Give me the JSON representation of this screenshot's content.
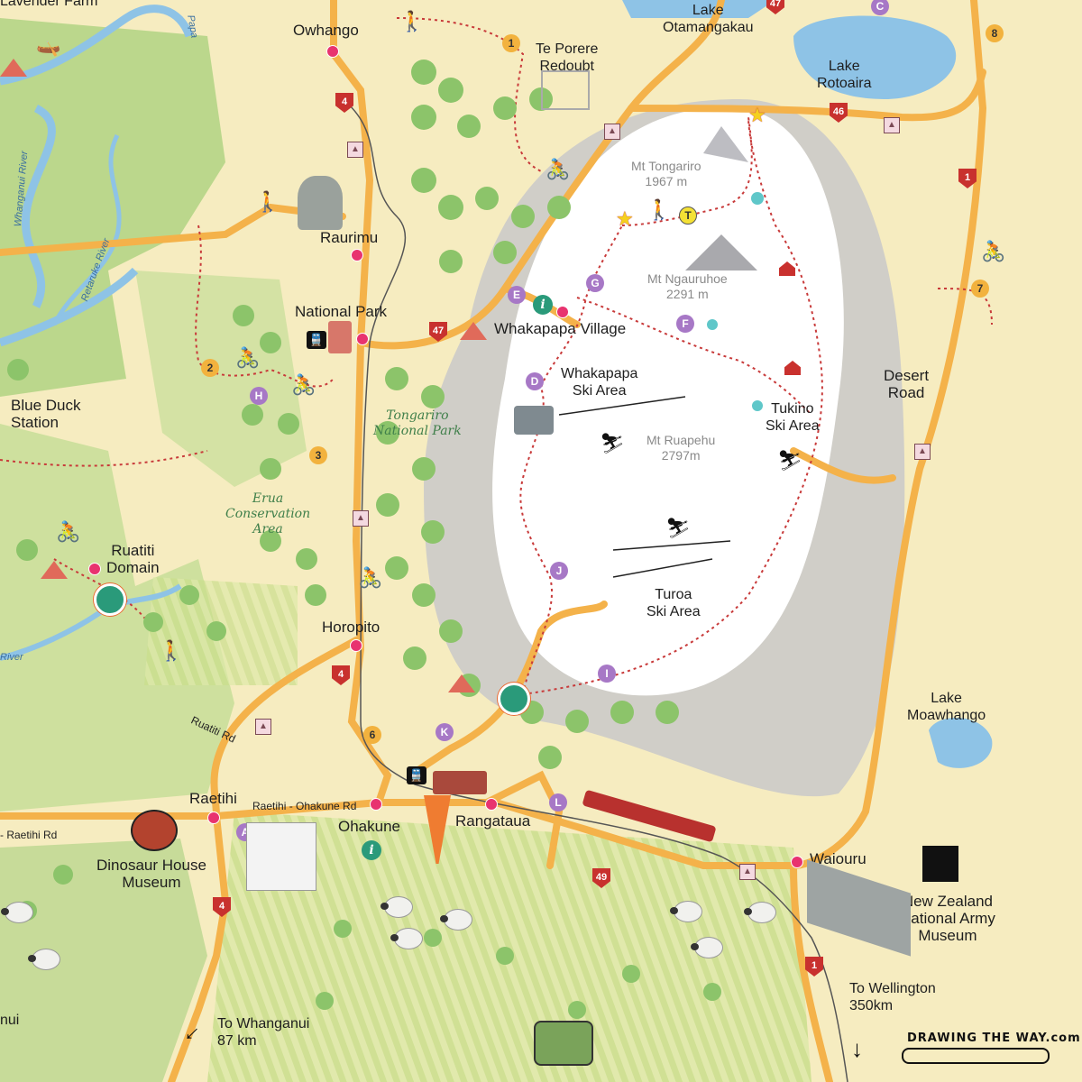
{
  "map": {
    "places": {
      "owhango": "Owhango",
      "raurimu": "Raurimu",
      "national_park": "National Park",
      "whakapapa_village": "Whakapapa Village",
      "horopito": "Horopito",
      "ohakune": "Ohakune",
      "rangataua": "Rangataua",
      "raetihi": "Raetihi",
      "waiouru": "Waiouru",
      "ruatiti_domain": "Ruatiti\nDomain",
      "blue_duck_station": "Blue Duck\nStation",
      "lavender_farm": "Lavender Farm",
      "te_porere": "Te Porere\nRedoubt",
      "nui": "nui"
    },
    "lakes": {
      "otamangakau": "Lake\nOtamangakau",
      "rotoaira": "Lake\nRotoaira",
      "moawhango": "Lake\nMoawhango"
    },
    "mountains": {
      "tongariro": "Mt Tongariro\n1967 m",
      "ngauruhoe": "Mt Ngauruhoe\n2291 m",
      "ruapehu": "Mt Ruapehu\n2797m"
    },
    "ski_areas": {
      "whakapapa": "Whakapapa\nSki Area",
      "tukino": "Tukino\nSki Area",
      "turoa": "Turoa\nSki Area"
    },
    "parks": {
      "tongariro": "Tongariro\nNational Park",
      "erua": "Erua\nConservation\nArea"
    },
    "roads": {
      "desert_road": "Desert\nRoad",
      "ruatiti_rd": "Ruatiti Rd",
      "raetihi_ohakune_rd": "Raetihi - Ohakune Rd",
      "raetihi_rd": "- Raetihi Rd"
    },
    "rivers": {
      "whanganui": "Whanganui River",
      "retaruke": "Retaruke River",
      "river_left": "River",
      "papa": "Papa"
    },
    "attractions": {
      "dinosaur_museum": "Dinosaur House\nMuseum",
      "army_museum": "New Zealand\nNational Army\nMuseum"
    },
    "directions": {
      "wellington": "To Wellington\n350km",
      "whanganui": "To Whanganui\n87 km"
    },
    "highway_numbers": {
      "sh4": "4",
      "sh47": "47",
      "sh46": "46",
      "sh1": "1",
      "sh49": "49"
    },
    "purple_markers": [
      "A",
      "C",
      "D",
      "E",
      "F",
      "G",
      "H",
      "I",
      "J",
      "K",
      "L"
    ],
    "orange_markers": [
      "1",
      "2",
      "3",
      "6",
      "7",
      "8"
    ],
    "yellow_marker": "T",
    "info_symbol": "i",
    "brand": "DRAWING THE WAY.com",
    "colors": {
      "background": "#f6ecc0",
      "road": "#f4b24a",
      "river": "#8ec3e6",
      "track": "#c83a3a",
      "town": "#e8336f",
      "purple_marker": "#a778c6",
      "orange_marker": "#f2b23e",
      "shield": "#c8312e",
      "forest": "#8cc46a",
      "snow": "#ffffff",
      "scree": "#c9c9c9"
    },
    "icons": [
      "hiker-icon",
      "cyclist-icon",
      "skier-icon",
      "train-icon",
      "info-icon",
      "hut-icon",
      "tent-icon",
      "star-icon",
      "sheep-icon",
      "canoe-icon",
      "carrot-icon",
      "tractor-icon",
      "dinosaur-icon",
      "church-icon"
    ]
  }
}
